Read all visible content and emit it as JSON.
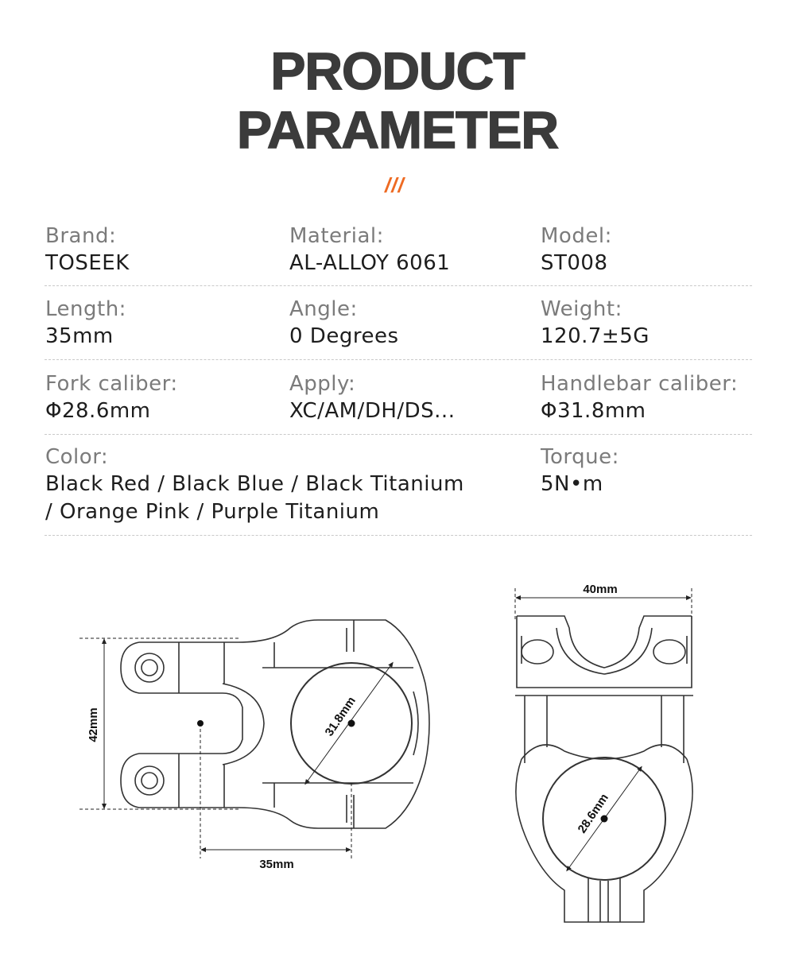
{
  "header": {
    "title_line1": "PRODUCT",
    "title_line2": "PARAMETER",
    "accent_mark": "///",
    "accent_color": "#ee6a22"
  },
  "params": {
    "brand": {
      "label": "Brand:",
      "value": "TOSEEK"
    },
    "material": {
      "label": "Material:",
      "value": "AL-ALLOY 6061"
    },
    "model": {
      "label": "Model:",
      "value": "ST008"
    },
    "length": {
      "label": "Length:",
      "value": "35mm"
    },
    "angle": {
      "label": "Angle:",
      "value": "0 Degrees"
    },
    "weight": {
      "label": "Weight:",
      "value": "120.7±5G"
    },
    "fork": {
      "label": "Fork caliber:",
      "value": "Φ28.6mm"
    },
    "apply": {
      "label": "Apply:",
      "value": "XC/AM/DH/DS..."
    },
    "handlebar": {
      "label": "Handlebar caliber:",
      "value": "Φ31.8mm"
    },
    "color": {
      "label": "Color:",
      "value_line1": "Black Red / Black Blue / Black Titanium",
      "value_line2": "/ Orange Pink / Purple Titanium"
    },
    "torque": {
      "label": "Torque:",
      "value": "5N•m"
    }
  },
  "diagram": {
    "side_view": {
      "height_label": "42mm",
      "length_label": "35mm",
      "clamp_label": "31.8mm"
    },
    "front_view": {
      "width_label": "40mm",
      "steerer_label": "28.6mm"
    }
  }
}
